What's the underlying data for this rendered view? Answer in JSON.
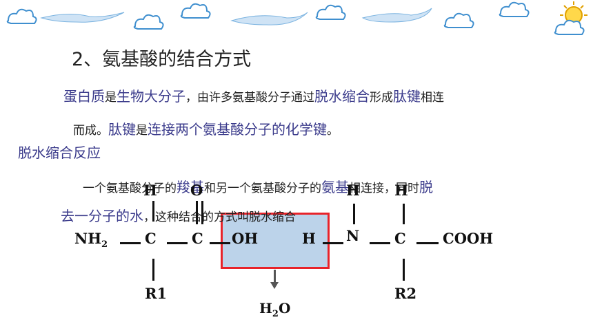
{
  "title": "2、氨基酸的结合方式",
  "paragraph1": {
    "s1": "蛋白质",
    "s2": "是",
    "s3": "生物大分子",
    "s4": "，由许多氨基酸分子通过",
    "s5": "脱水缩合",
    "s6": "形成",
    "s7": "肽键",
    "s8": "相连"
  },
  "paragraph2": {
    "s1": "而成。",
    "s2": "肽键",
    "s3": "是",
    "s4": "连接两个氨基酸分子的化学键",
    "s5": "。"
  },
  "section_heading": "脱水缩合反应",
  "paragraph3": {
    "s1": "一个氨基酸分子的",
    "s2": "羧基",
    "s3": "和另一个氨基酸分子的",
    "s4": "氨基",
    "s5": "相连接，同时",
    "s6": "脱"
  },
  "paragraph4": {
    "s1": "去一分子的水",
    "s2": "，这种结合的方式叫脱水缩合"
  },
  "chem": {
    "nh2": "NH",
    "nh2_sub": "2",
    "c1": "C",
    "c2": "C",
    "oh": "OH",
    "h_mid": "H",
    "n": "N",
    "c3": "C",
    "cooh": "COOH",
    "h_top1": "H",
    "o_top": "O",
    "h_top2": "H",
    "h_top3": "H",
    "r1": "R1",
    "r2": "R2",
    "water": "H",
    "water_sub": "2",
    "water_o": "O"
  },
  "colors": {
    "highlight_text": "#3c3c8c",
    "box_fill": "#bcd3ea",
    "box_border": "#e8232a"
  },
  "icons": [
    "cloud-icon",
    "sun-icon"
  ]
}
